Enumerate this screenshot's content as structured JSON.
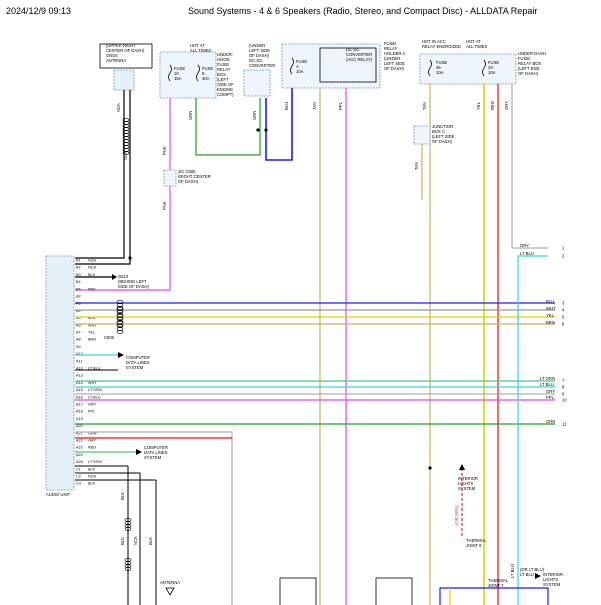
{
  "header": {
    "date": "2024/12/9 09:13",
    "title": "Sound Systems - 4 & 6 Speakers (Radio, Stereo, and Compact Disc) - ALLDATA Repair"
  },
  "colors": {
    "blue": "#1a1aff",
    "magenta": "#e64be6",
    "green": "#1fa01f",
    "tan": "#c8b464",
    "yellow": "#e8d000",
    "red": "#e01010",
    "cyan": "#30d6e6",
    "gray": "#b0b0b0",
    "ltgrn": "#52c77a",
    "dashed_red": "#e03030"
  },
  "labels": {
    "antenna_box": [
      "(UPPER RIGHT",
      "CENTER OF DASH)",
      "GNSS",
      "ANTENNA"
    ],
    "hot_at_all_times_1": [
      "HOT AT",
      "ALL TIMES"
    ],
    "underhood_fuse": [
      "UNDER-",
      "HOOD",
      "FUSE/",
      "RELAY",
      "BOX",
      "(LEFT",
      "SIDE OF",
      "ENGINE",
      "COMPT)"
    ],
    "fuse_a": [
      "FUSE",
      "10",
      "15A"
    ],
    "fuse_b": [
      "FUSE",
      "9",
      "30A"
    ],
    "dcdc_left": [
      "(UNDER",
      "LEFT SIDE",
      "OF DASH)",
      "DC-DC",
      "CONVERTER"
    ],
    "fuse_relay_holder": [
      "FUSE/",
      "RELAY",
      "HOLDER A",
      "(UNDER",
      "LEFT SIDE",
      "OF DASH)"
    ],
    "dcdc_relay": [
      "DC-DC",
      "CONVERTER",
      "(ACC RELAY)"
    ],
    "fuse_c": [
      "FUSE",
      "A",
      "10A"
    ],
    "hot_acc": [
      "HOT IN ACC",
      "RELAY ENERGIZED"
    ],
    "hot_at_all_times_2": [
      "HOT AT",
      "ALL TIMES"
    ],
    "underdash_fuse": [
      "UNDER-DASH",
      "FUSE/",
      "RELAY BOX",
      "(LEFT END",
      "OF DASH)"
    ],
    "fuse_d": [
      "FUSE",
      "45",
      "10A"
    ],
    "fuse_e": [
      "FUSE",
      "29",
      "10A"
    ],
    "jc_c605": [
      "J/C C605",
      "(RIGHT CENTER",
      "OF DASH)"
    ],
    "junction_box": [
      "JUNCTION",
      "BOX C",
      "(LEFT SIDE",
      "OF DASH)"
    ],
    "g613": [
      "G613",
      "(BEHIND LEFT",
      "SIDE OF DASH)"
    ],
    "comp_lines_1": [
      "COMPUTER",
      "DATA LINES",
      "SYSTEM"
    ],
    "comp_lines_2": [
      "COMPUTER",
      "DATA LINES",
      "SYSTEM"
    ],
    "audio_unit": "AUDIO UNIT",
    "interior_lights": [
      "INTERIOR",
      "LIGHTS",
      "SYSTEM"
    ],
    "interior_lights_2": [
      "INTERIOR",
      "LIGHTS",
      "SYSTEM"
    ],
    "thermal_6": [
      "THERMAL",
      "JOINT 6"
    ],
    "thermal_7": [
      "THERMAL",
      "JOINT 7"
    ],
    "or_ltblu": "(OR LT BLU)",
    "ltblu_v": "LT BLU",
    "or_grn_v": "(OR GRN)",
    "ltblu_v2": "LT BLU",
    "antenna2": "ANTENNA",
    "c606": "C606"
  },
  "wire_labels": {
    "nca": "NCA",
    "blk": "BLK",
    "blu": "BLU",
    "pnk": "PNK",
    "grn": "GRN",
    "tan": "TAN",
    "ppl": "PPL",
    "yel": "YEL",
    "red": "RED",
    "gry": "GRY",
    "wht": "WHT",
    "brn": "BRN",
    "ltblu": "LT BLU",
    "ltgrn": "LT GRN"
  },
  "pins": [
    {
      "pin": "B1",
      "wire": "NCA"
    },
    {
      "pin": "B2",
      "wire": "NCA"
    },
    {
      "pin": "B3",
      "wire": "BLK"
    },
    {
      "pin": "B4",
      "wire": ""
    },
    {
      "pin": "B5",
      "wire": "PNK"
    },
    {
      "pin": "A2",
      "wire": ""
    },
    {
      "pin": "A3",
      "wire": ""
    },
    {
      "pin": "A4",
      "wire": ""
    },
    {
      "pin": "A5",
      "wire": "BLU"
    },
    {
      "pin": "A6",
      "wire": "WHT"
    },
    {
      "pin": "A7",
      "wire": "YEL"
    },
    {
      "pin": "A8",
      "wire": "BRN"
    },
    {
      "pin": "A9",
      "wire": ""
    },
    {
      "pin": "A10",
      "wire": ""
    },
    {
      "pin": "A11",
      "wire": ""
    },
    {
      "pin": "A12",
      "wire": "LT BLU"
    },
    {
      "pin": "A13",
      "wire": ""
    },
    {
      "pin": "A14",
      "wire": "WHT"
    },
    {
      "pin": "A15",
      "wire": "LT GRN"
    },
    {
      "pin": "A16",
      "wire": "LT BLU"
    },
    {
      "pin": "A17",
      "wire": "GRY"
    },
    {
      "pin": "A18",
      "wire": "PPL"
    },
    {
      "pin": "A19",
      "wire": ""
    },
    {
      "pin": "A20",
      "wire": ""
    },
    {
      "pin": "A21",
      "wire": "GRN"
    },
    {
      "pin": "A22",
      "wire": "GRY"
    },
    {
      "pin": "A23",
      "wire": "RED"
    },
    {
      "pin": "A24",
      "wire": ""
    },
    {
      "pin": "A25",
      "wire": "LT GRN"
    },
    {
      "pin": "C1",
      "wire": "BLK"
    },
    {
      "pin": "C2",
      "wire": "NCA"
    },
    {
      "pin": "C3",
      "wire": "BLK"
    }
  ],
  "right_ends": [
    {
      "n": "1",
      "wire": "GRY"
    },
    {
      "n": "2",
      "wire": "LT BLU"
    },
    {
      "n": "3",
      "wire": "BLU"
    },
    {
      "n": "4",
      "wire": "WHT"
    },
    {
      "n": "5",
      "wire": "YEL"
    },
    {
      "n": "6",
      "wire": "BRN"
    },
    {
      "n": "7",
      "wire": "LT GRN"
    },
    {
      "n": "8",
      "wire": "LT BLU"
    },
    {
      "n": "9",
      "wire": "GRY"
    },
    {
      "n": "10",
      "wire": "PPL"
    },
    {
      "n": "11",
      "wire": "GRN"
    }
  ]
}
